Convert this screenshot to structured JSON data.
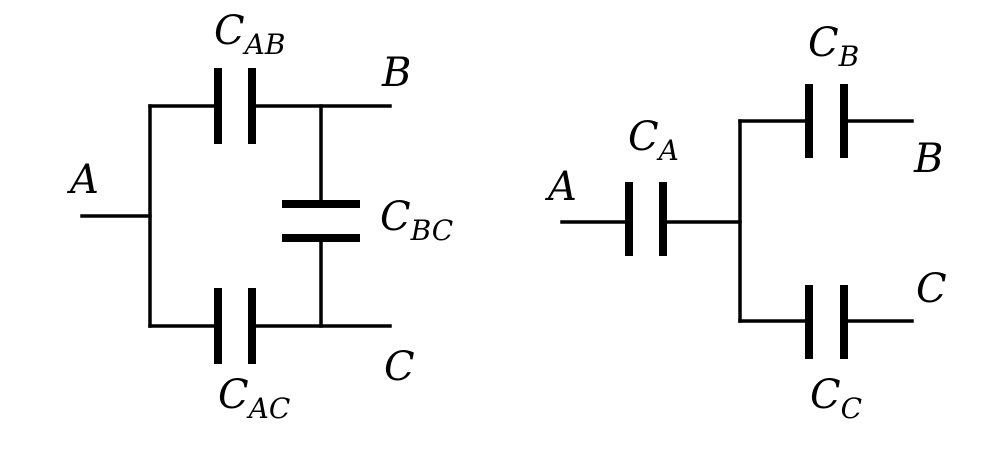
{
  "diagrams": [
    {
      "name": "delta",
      "nodes": {
        "a": "A",
        "b": "B",
        "c": "C"
      },
      "capacitors": {
        "ab": {
          "main": "C",
          "sub": "AB"
        },
        "bc": {
          "main": "C",
          "sub": "BC"
        },
        "ac": {
          "main": "C",
          "sub": "AC"
        }
      }
    },
    {
      "name": "star",
      "nodes": {
        "a": "A",
        "b": "B",
        "c": "C"
      },
      "capacitors": {
        "a": {
          "main": "C",
          "sub": "A"
        },
        "b": {
          "main": "C",
          "sub": "B"
        },
        "c": {
          "main": "C",
          "sub": "C"
        }
      }
    }
  ]
}
